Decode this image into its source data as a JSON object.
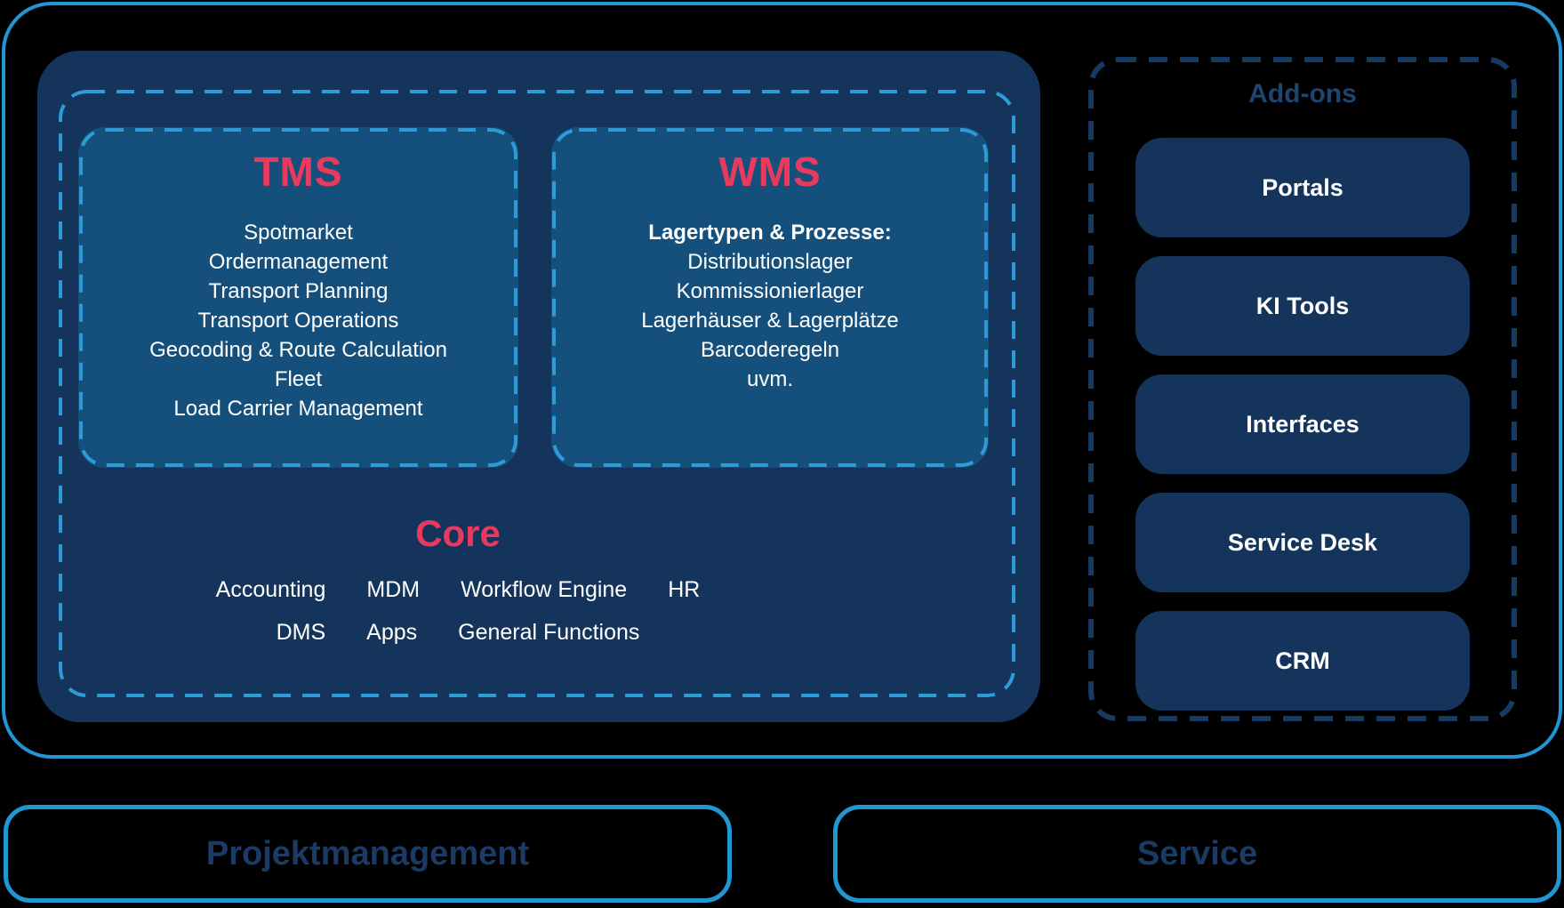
{
  "colors": {
    "bg": "#000000",
    "panel-navy": "#14345C",
    "module-blue": "#15507C",
    "dash-light": "#2E9BD6",
    "dash-dark": "#173A63",
    "accent-blue": "#2196D3",
    "accent-pink": "#E93A5E",
    "text-white": "#FFFFFF",
    "text-navy": "#1B3A64",
    "addons-title": "#1E4470"
  },
  "platform": {
    "tms": {
      "title": "TMS",
      "items": [
        "Spotmarket",
        "Ordermanagement",
        "Transport Planning",
        "Transport Operations",
        "Geocoding & Route Calculation",
        "Fleet",
        "Load Carrier Management"
      ]
    },
    "wms": {
      "title": "WMS",
      "subtitle": "Lagertypen & Prozesse:",
      "items": [
        "Distributionslager",
        "Kommissionierlager",
        "Lagerhäuser & Lagerplätze",
        "Barcoderegeln",
        "uvm."
      ]
    },
    "core": {
      "title": "Core",
      "row1": [
        "Accounting",
        "MDM",
        "Workflow Engine",
        "HR"
      ],
      "row2": [
        "DMS",
        "Apps",
        "General Functions"
      ]
    }
  },
  "addons": {
    "title": "Add-ons",
    "items": [
      "Portals",
      "KI Tools",
      "Interfaces",
      "Service Desk",
      "CRM"
    ]
  },
  "bottom": {
    "left_label": "Projektmanagement",
    "right_label": "Service"
  }
}
